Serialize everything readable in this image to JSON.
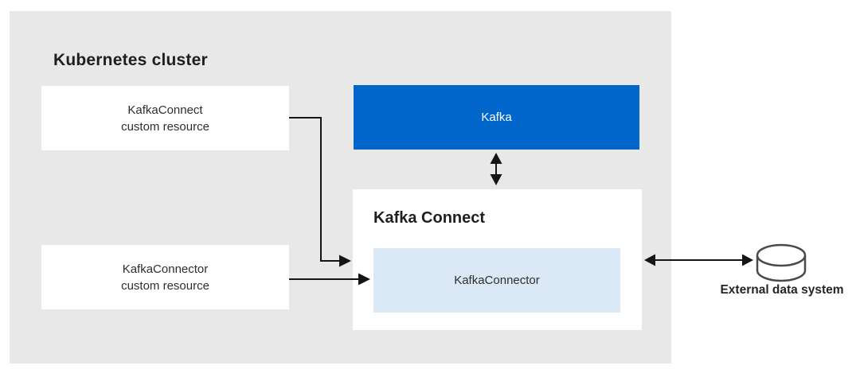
{
  "diagram": {
    "cluster_title": "Kubernetes cluster",
    "nodes": {
      "kafka_connect_cr": {
        "line1": "KafkaConnect",
        "line2": "custom resource"
      },
      "kafka_connector_cr": {
        "line1": "KafkaConnector",
        "line2": "custom resource"
      },
      "kafka": {
        "label": "Kafka"
      },
      "kafka_connect": {
        "title": "Kafka Connect"
      },
      "kafka_connector": {
        "label": "KafkaConnector"
      },
      "external_data_system": {
        "label": "External data system"
      }
    },
    "connections": [
      {
        "from": "kafka_connect_cr",
        "to": "kafka_connect",
        "type": "single-arrow"
      },
      {
        "from": "kafka_connector_cr",
        "to": "kafka_connector",
        "type": "single-arrow"
      },
      {
        "from": "kafka",
        "to": "kafka_connect",
        "type": "double-arrow"
      },
      {
        "from": "kafka_connect",
        "to": "external_data_system",
        "type": "double-arrow"
      }
    ],
    "colors": {
      "cluster_bg": "#E8E8E8",
      "kafka_blue": "#0066CC",
      "connector_light_blue": "#DBE9F6",
      "box_white": "#FFFFFF",
      "arrow": "#151515",
      "text_dark": "#1F1F1F",
      "cylinder_stroke": "#4A4A4A"
    }
  }
}
